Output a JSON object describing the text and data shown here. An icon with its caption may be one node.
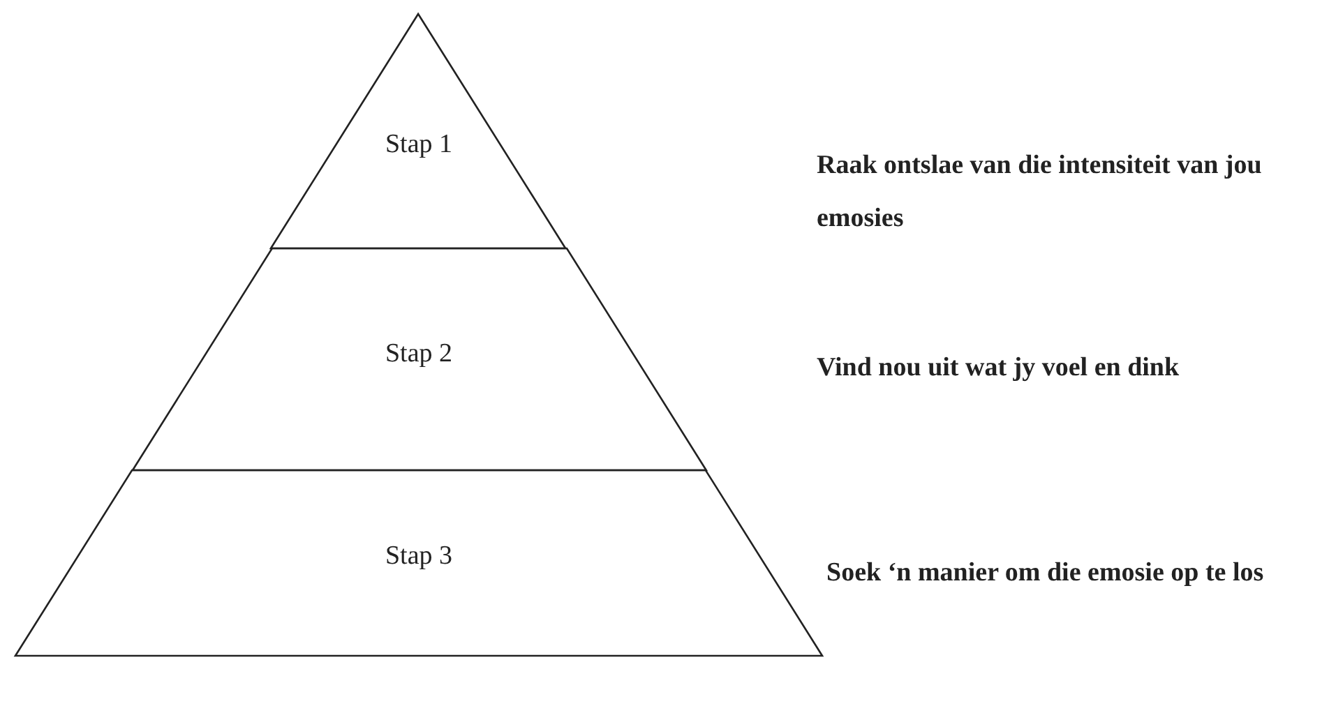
{
  "diagram": {
    "nodes": [
      {
        "text": [
          "Stap 1"
        ]
      },
      {
        "text": [
          "Stap 2"
        ]
      },
      {
        "text": [
          "Stap 3"
        ]
      }
    ],
    "labels": [
      "Raak ontslae van die intensiteit van jou emosies",
      "Vind nou uit wat jy voel en dink",
      "Soek ‘n manier om die emosie op te los"
    ]
  }
}
